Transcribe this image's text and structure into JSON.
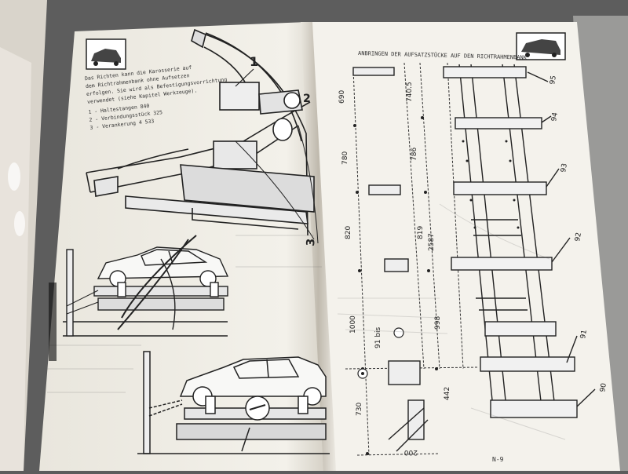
{
  "left_page": {
    "instructions": [
      "Das Richten kann die Karosserie auf",
      "dem Richtrahmenbank ohne Aufsetzen",
      "erfolgen. Sie wird als Befestigungsvorrichtung",
      "verwendet (siehe Kapitel Werkzeuge).",
      "1 - Haltestangen 840",
      "2 - Verbindungsstück 325",
      "3 - Verankerung 4 533"
    ],
    "callouts": [
      "1",
      "2",
      "3"
    ]
  },
  "right_page": {
    "header": "ANBRINGEN DER AUFSATZSTÜCKE AUF DEN RICHTRAHMENBANK",
    "dimensions_left": [
      "690",
      "780",
      "820",
      "1000",
      "730"
    ],
    "dimensions_mid": [
      "740.5",
      "786",
      "819",
      "998",
      "442"
    ],
    "dimensions_tilted": [
      "2587"
    ],
    "part_numbers": [
      "95",
      "94",
      "93",
      "92",
      "91",
      "90"
    ],
    "stack_label": "91 bis",
    "bottom_value": "200",
    "page_number": "N-9"
  },
  "colors": {
    "background": "#5c5c5c",
    "paper": "#f4f2ec",
    "ink": "#2a2a2a",
    "binder_sleeve": "#d9d4cb"
  }
}
